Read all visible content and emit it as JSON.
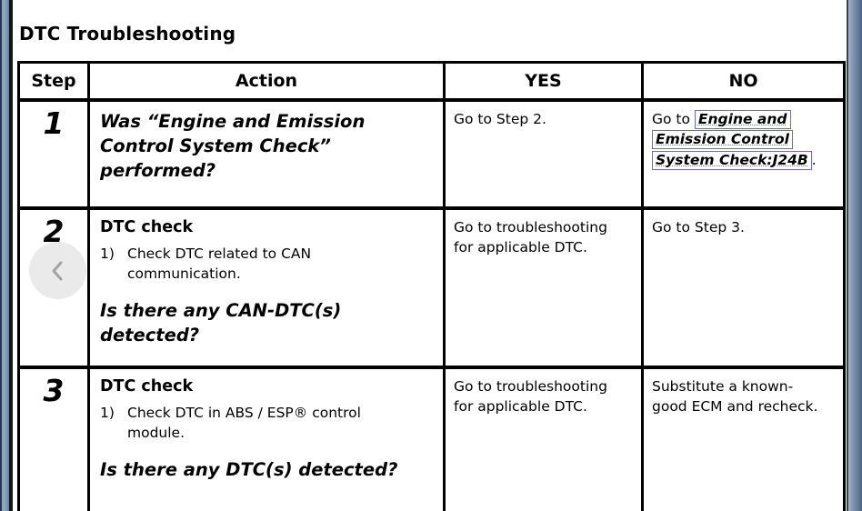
{
  "page": {
    "title": "DTC Troubleshooting"
  },
  "nav": {
    "prev_button_icon": "chevron-left-icon"
  },
  "colors": {
    "link_box": "#6a6acd",
    "table_border": "#000000",
    "side_strip": "#7b91ad",
    "nav_circle": "#e8e8e8"
  },
  "table": {
    "headers": [
      "Step",
      "Action",
      "YES",
      "NO"
    ],
    "rows": [
      {
        "step": "1",
        "action": {
          "question": "Was “Engine and Emission Control System Check” performed?"
        },
        "yes": "Go to Step 2.",
        "no": {
          "prefix": "Go to ",
          "link": "Engine and Emission Control System Check:J24B",
          "suffix": "."
        }
      },
      {
        "step": "2",
        "action": {
          "heading": "DTC check",
          "list_marker": "1)",
          "list_text": "Check DTC related to CAN communication.",
          "question": "Is there any CAN-DTC(s) detected?"
        },
        "yes": "Go to troubleshooting for applicable DTC.",
        "no": "Go to Step 3."
      },
      {
        "step": "3",
        "action": {
          "heading": "DTC check",
          "list_marker": "1)",
          "list_text": "Check DTC in ABS / ESP® control module.",
          "question": "Is there any DTC(s) detected?"
        },
        "yes": "Go to troubleshooting for applicable DTC.",
        "no": "Substitute a known-good ECM and recheck."
      }
    ]
  }
}
